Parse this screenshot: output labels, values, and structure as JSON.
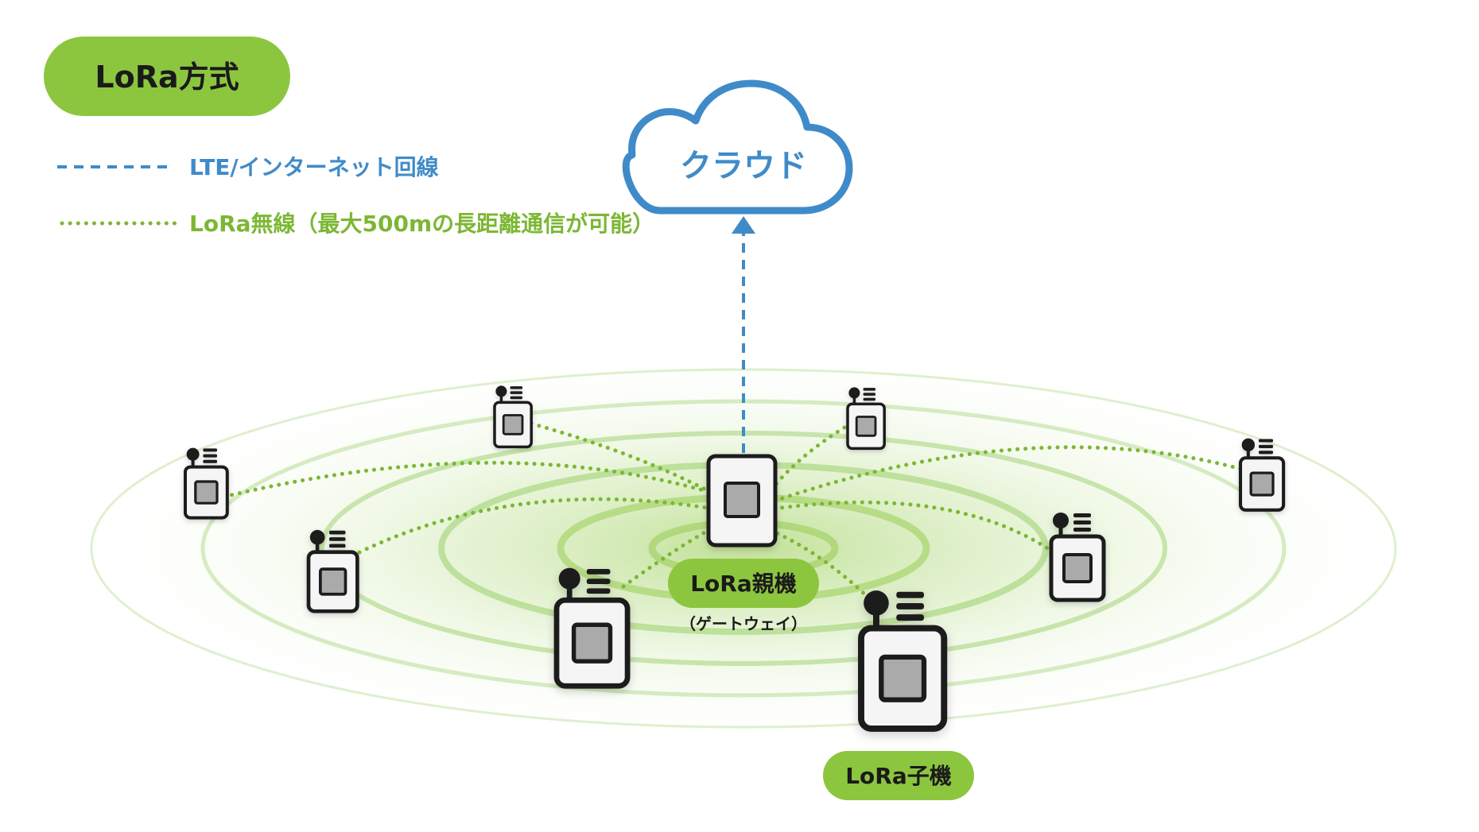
{
  "title": "LoRa方式",
  "legend": {
    "lte": "LTE/インターネット回線",
    "lora": "LoRa無線（最大500mの長距離通信が可能）"
  },
  "cloud": {
    "label": "クラウド"
  },
  "gateway": {
    "label": "LoRa親機",
    "sublabel": "（ゲートウェイ）"
  },
  "node_label": "LoRa子機",
  "colors": {
    "green": "#8cc63f",
    "blue": "#3f8bc9",
    "dark": "#1a1a1a",
    "device_body": "#f5f5f5",
    "screen": "#aaaaaa"
  }
}
